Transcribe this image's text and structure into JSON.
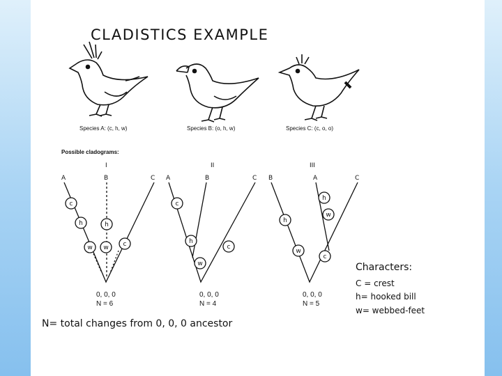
{
  "title": "CLADISTICS EXAMPLE",
  "species": [
    {
      "label": "Species A: (c, h, w)"
    },
    {
      "label": "Species B: (o, h, w)"
    },
    {
      "label": "Species C: (c, o, o)"
    }
  ],
  "possible_label": "Possible cladograms:",
  "cladograms": [
    {
      "numeral": "I",
      "taxa": [
        "A",
        "B",
        "C"
      ],
      "nodes": [
        "c",
        "h",
        "h",
        "w",
        "w",
        "c"
      ],
      "ancestor": "0, 0, 0",
      "n": "N = 6"
    },
    {
      "numeral": "II",
      "taxa": [
        "A",
        "B",
        "C"
      ],
      "nodes": [
        "c",
        "h",
        "c",
        "w"
      ],
      "ancestor": "0, 0, 0",
      "n": "N = 4"
    },
    {
      "numeral": "III",
      "taxa": [
        "B",
        "A",
        "C"
      ],
      "nodes": [
        "h",
        "w",
        "h",
        "w",
        "c"
      ],
      "ancestor": "0, 0, 0",
      "n": "N = 5"
    }
  ],
  "legend": {
    "heading": "Characters:",
    "items": [
      "C = crest",
      "h= hooked bill",
      "w= webbed-feet"
    ]
  },
  "footer": "N= total changes from 0, 0, 0 ancestor"
}
